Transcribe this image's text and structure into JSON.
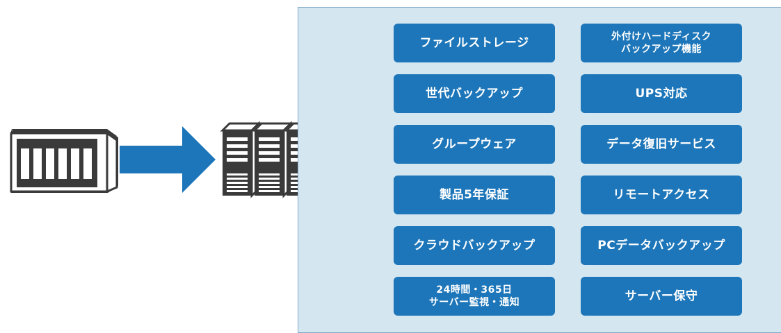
{
  "colors": {
    "tile_fill": "#1d76b9",
    "tile_text": "#ffffff",
    "panel_fill": "#d4e6f0",
    "panel_border": "#7fa9c7",
    "arrow_fill": "#1d76b9",
    "server_dark": "#3a3a3a",
    "server_light": "#ffffff"
  },
  "icons": [
    "nas-device-icon",
    "arrow-right-icon",
    "server-rack-icon"
  ],
  "features": [
    {
      "label": "ファイルストレージ"
    },
    {
      "label": "外付けハードディスク\nバックアップ機能"
    },
    {
      "label": "世代バックアップ"
    },
    {
      "label": "UPS対応"
    },
    {
      "label": "グループウェア"
    },
    {
      "label": "データ復旧サービス"
    },
    {
      "label": "製品5年保証"
    },
    {
      "label": "リモートアクセス"
    },
    {
      "label": "クラウドバックアップ"
    },
    {
      "label": "PCデータバックアップ"
    },
    {
      "label": "24時間・365日\nサーバー監視・通知"
    },
    {
      "label": "サーバー保守"
    }
  ]
}
